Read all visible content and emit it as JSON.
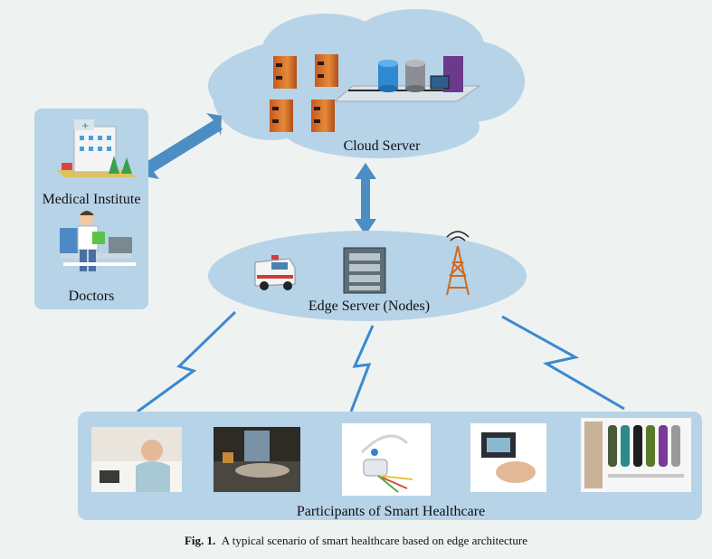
{
  "cloud": {
    "label": "Cloud Server"
  },
  "edge": {
    "label": "Edge Server (Nodes)"
  },
  "left_panel": {
    "medical_label": "Medical Institute",
    "doctors_label": "Doctors"
  },
  "participants": {
    "label": "Participants of Smart Healthcare"
  },
  "caption": {
    "fig": "Fig. 1.",
    "text": "A typical scenario of smart healthcare based on edge architecture"
  },
  "colors": {
    "background": "#eef2f0",
    "blue_shape": "#b7d3e8",
    "arrow": "#4c8dc4",
    "lightning": "#3b89d0"
  },
  "icons": [
    "server-icon",
    "database-icon",
    "computer-icon",
    "hospital-icon",
    "doctor-icon",
    "ambulance-icon",
    "rack-server-icon",
    "antenna-tower-icon",
    "lightning-icon"
  ]
}
